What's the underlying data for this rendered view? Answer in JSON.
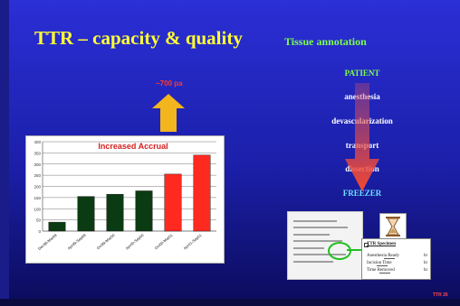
{
  "slide": {
    "title": "TTR – capacity & quality",
    "subtitle": "Tissue annotation",
    "growth_label": "~700 pa",
    "badge": "TTR 26"
  },
  "flow": {
    "steps": [
      "PATIENT",
      "anesthesia",
      "devascularization",
      "transport",
      "dissection",
      "FREEZER"
    ]
  },
  "card": {
    "heading": "TTR Specimen",
    "rows": [
      {
        "label": "Anesthesia Ready",
        "unit": "hr"
      },
      {
        "label": "Incision Time",
        "unit": "hr"
      },
      {
        "label": "Time Removed",
        "unit": "hr"
      }
    ]
  },
  "colors": {
    "background_top": "#2b2fd6",
    "background_bottom": "#0b0b5a",
    "title": "#ffff33",
    "subtitle": "#7bff4b",
    "dark_bar": "#0b3b12",
    "highlight_bar": "#ff2a1f",
    "arrow": "#f2b51d"
  },
  "chart_data": {
    "type": "bar",
    "title": "Increased Accrual",
    "categories": [
      "Dec98-Mar99",
      "Apr99-Sep99",
      "Oct99-Mar00",
      "Apr00-Sep00",
      "Oct00-Mar01",
      "Apr01-Sep01"
    ],
    "values": [
      40,
      155,
      165,
      180,
      255,
      340
    ],
    "bar_colors": [
      "#0b3b12",
      "#0b3b12",
      "#0b3b12",
      "#0b3b12",
      "#ff2a1f",
      "#ff2a1f"
    ],
    "ylim": [
      0,
      400
    ],
    "yticks": [
      0,
      50,
      100,
      150,
      200,
      250,
      300,
      350,
      400
    ],
    "xlabel": "",
    "ylabel": "",
    "grid": true,
    "legend": "none"
  }
}
